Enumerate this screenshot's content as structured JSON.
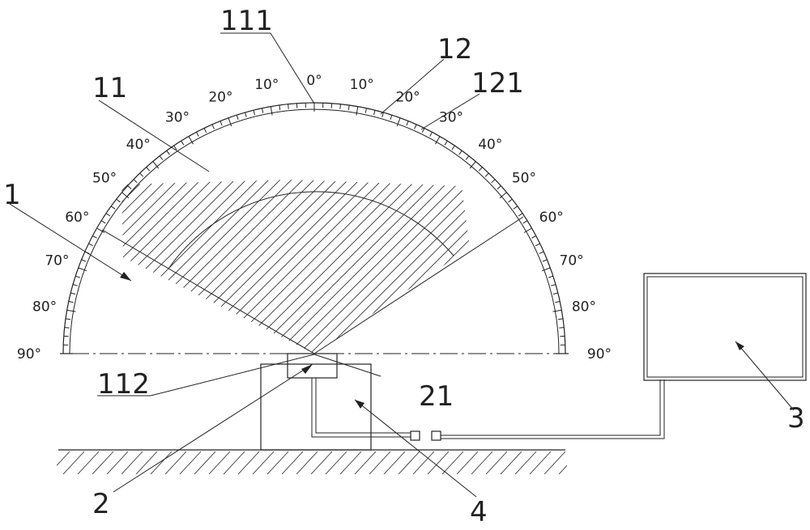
{
  "scale": {
    "left_labels": [
      "0°",
      "10°",
      "20°",
      "30°",
      "40°",
      "50°",
      "60°",
      "70°",
      "80°",
      "90°"
    ],
    "right_labels": [
      "10°",
      "20°",
      "30°",
      "40°",
      "50°",
      "60°",
      "70°",
      "80°",
      "90°"
    ]
  },
  "refs": {
    "r1": "1",
    "r11": "11",
    "r111": "111",
    "r112": "112",
    "r12": "12",
    "r121": "121",
    "r2": "2",
    "r21": "21",
    "r3": "3",
    "r4": "4"
  }
}
